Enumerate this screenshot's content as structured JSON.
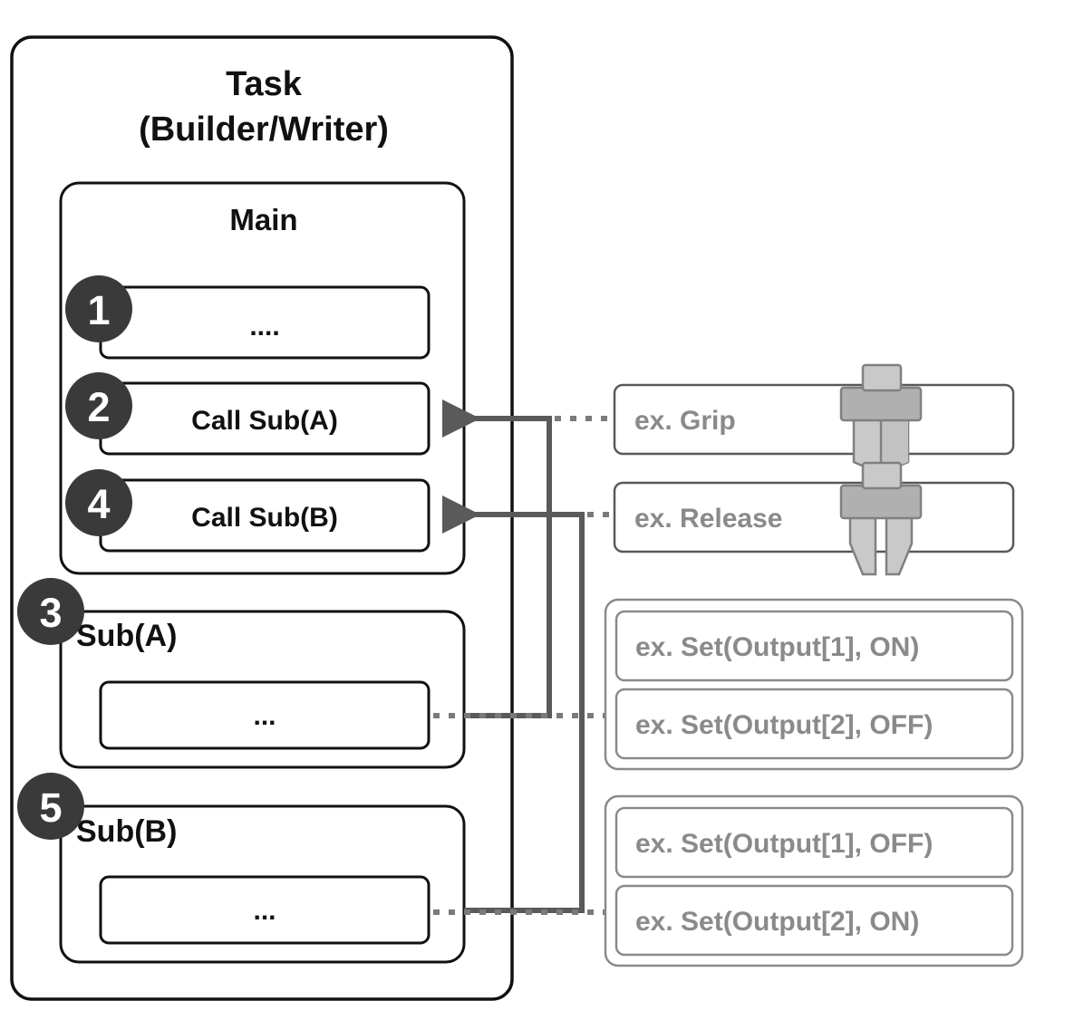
{
  "diagram": {
    "title_line1": "Task",
    "title_line2": "(Builder/Writer)",
    "colors": {
      "outline_dark": "#111111",
      "outline_gray": "#595959",
      "badge_fill": "#3a3a3a",
      "badge_text": "#ffffff",
      "example_text": "#8a8a8a",
      "connector": "#5a5a5a",
      "gripper_light": "#c9c9c9",
      "gripper_dark": "#a8a8a8",
      "gripper_stroke": "#808080",
      "background": "#ffffff"
    },
    "task_block": {
      "name": "Task (Builder/Writer)",
      "main_block": {
        "label": "Main",
        "steps": [
          {
            "badge": "1",
            "label": "...."
          },
          {
            "badge": "2",
            "label": "Call Sub(A)"
          },
          {
            "badge": "4",
            "label": "Call Sub(B)"
          }
        ]
      },
      "sub_blocks": [
        {
          "badge": "3",
          "label": "Sub(A)",
          "body": "..."
        },
        {
          "badge": "5",
          "label": "Sub(B)",
          "body": "..."
        }
      ]
    },
    "examples": {
      "motion": [
        {
          "label": "ex. Grip",
          "icon": "gripper-closed-icon"
        },
        {
          "label": "ex. Release",
          "icon": "gripper-open-icon"
        }
      ],
      "io_groups": [
        {
          "group": "sub-a-outputs",
          "items": [
            "ex. Set(Output[1], ON)",
            "ex. Set(Output[2], OFF)"
          ]
        },
        {
          "group": "sub-b-outputs",
          "items": [
            "ex. Set(Output[1], OFF)",
            "ex. Set(Output[2], ON)"
          ]
        }
      ]
    }
  }
}
